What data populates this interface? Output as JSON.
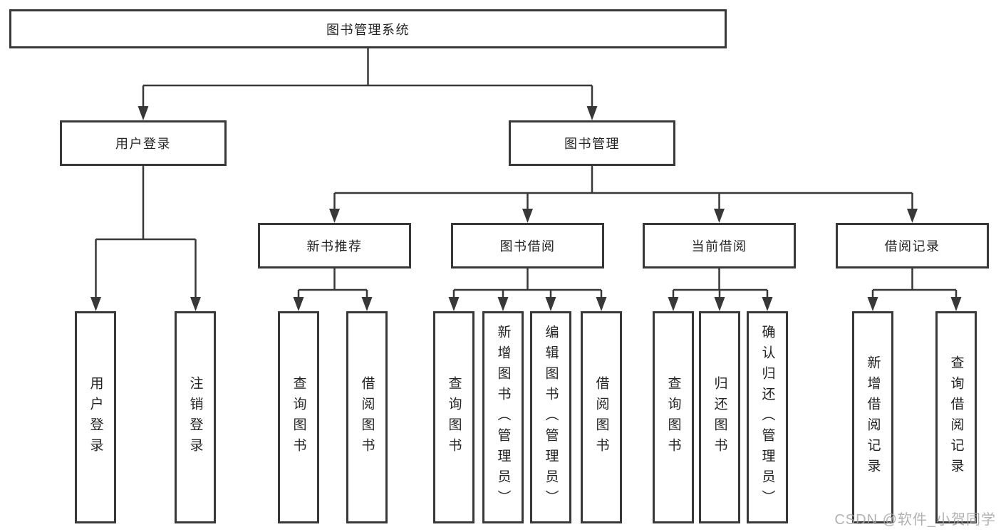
{
  "diagram_title": "图书管理系统",
  "colors": {
    "line": "#383838",
    "box_border": "#383838",
    "text": "#242424",
    "background": "#ffffff",
    "watermark": "#a4a4a4"
  },
  "tree": {
    "root": {
      "label": "图书管理系统"
    },
    "branches": [
      {
        "label": "用户登录",
        "children": [
          "用户登录",
          "注销登录"
        ]
      },
      {
        "label": "图书管理",
        "groups": [
          {
            "label": "新书推荐",
            "children": [
              "查询图书",
              "借阅图书"
            ]
          },
          {
            "label": "图书借阅",
            "children": [
              "查询图书",
              "新增图书（管理员）",
              "编辑图书（管理员）",
              "借阅图书"
            ]
          },
          {
            "label": "当前借阅",
            "children": [
              "查询图书",
              "归还图书",
              "确认归还（管理员）"
            ]
          },
          {
            "label": "借阅记录",
            "children": [
              "新增借阅记录",
              "查询借阅记录"
            ]
          }
        ]
      }
    ]
  },
  "watermark": "CSDN @软件_小贺同学"
}
